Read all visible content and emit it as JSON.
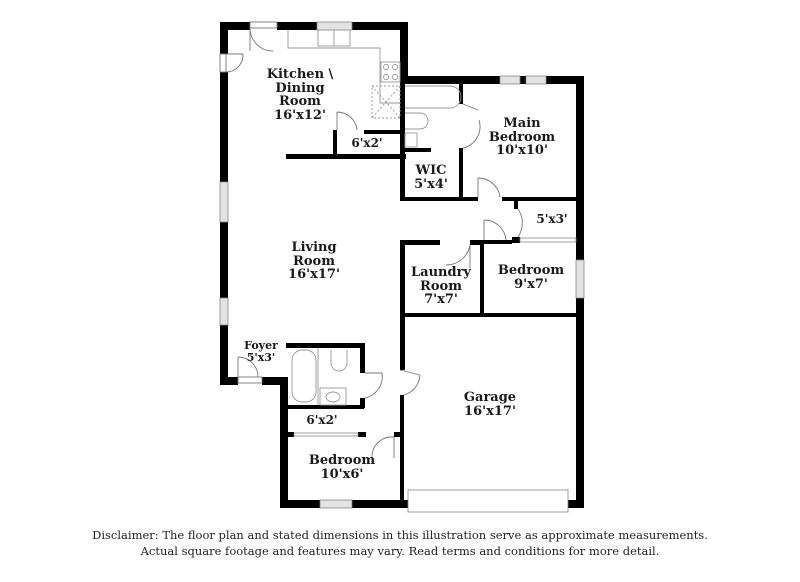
{
  "floor_plan": {
    "rooms": [
      {
        "id": "kitchen",
        "name_lines": [
          "Kitchen \\",
          "Dining",
          "Room"
        ],
        "dimensions": "16'x12'"
      },
      {
        "id": "pantry",
        "name_lines": [],
        "dimensions": "6'x2'"
      },
      {
        "id": "main-bedroom",
        "name_lines": [
          "Main",
          "Bedroom"
        ],
        "dimensions": "10'x10'"
      },
      {
        "id": "wic",
        "name_lines": [
          "WIC"
        ],
        "dimensions": "5'x4'"
      },
      {
        "id": "closet-hall",
        "name_lines": [],
        "dimensions": "5'x3'"
      },
      {
        "id": "living-room",
        "name_lines": [
          "Living",
          "Room"
        ],
        "dimensions": "16'x17'"
      },
      {
        "id": "laundry",
        "name_lines": [
          "Laundry",
          "Room"
        ],
        "dimensions": "7'x7'"
      },
      {
        "id": "bedroom-2",
        "name_lines": [
          "Bedroom"
        ],
        "dimensions": "9'x7'"
      },
      {
        "id": "foyer",
        "name_lines": [
          "Foyer"
        ],
        "dimensions": "5'x3'"
      },
      {
        "id": "closet-2",
        "name_lines": [],
        "dimensions": "6'x2'"
      },
      {
        "id": "bedroom-3",
        "name_lines": [
          "Bedroom"
        ],
        "dimensions": "10'x6'"
      },
      {
        "id": "garage",
        "name_lines": [
          "Garage"
        ],
        "dimensions": "16'x17'"
      }
    ],
    "colors": {
      "wall": "#000000",
      "fixture": "#999999",
      "window": "#d9d9d9",
      "background": "#ffffff"
    }
  },
  "disclaimer": {
    "line1": "Disclaimer: The floor plan and stated dimensions in this illustration serve as approximate measurements.",
    "line2": "Actual square footage and features may vary. Read terms and conditions for more detail."
  }
}
